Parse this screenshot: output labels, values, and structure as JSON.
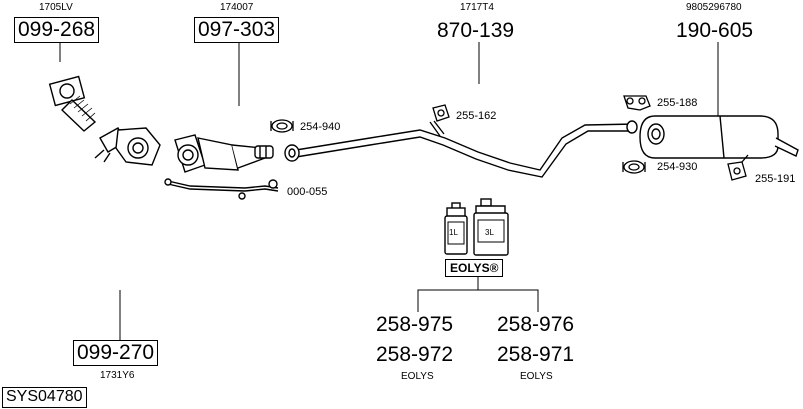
{
  "header_refs": {
    "r1": "1705LV",
    "r2": "174007",
    "r3": "1717T4",
    "r4": "9805296780"
  },
  "main_parts": {
    "p1": "099-268",
    "p2": "097-303",
    "p3": "870-139",
    "p4": "190-605",
    "p5": "099-270"
  },
  "bottom_ref": "1731Y6",
  "small_parts": {
    "s1": "254-940",
    "s2": "255-162",
    "s3": "255-188",
    "s4": "254-930",
    "s5": "255-191",
    "s6": "000-055"
  },
  "eolys": {
    "badge": "EOLYS®",
    "bottle_small": "1L",
    "bottle_large": "3L",
    "left": {
      "top": "258-975",
      "bottom": "258-972",
      "label": "EOLYS"
    },
    "right": {
      "top": "258-976",
      "bottom": "258-971",
      "label": "EOLYS"
    }
  },
  "system_code": "SYS04780"
}
